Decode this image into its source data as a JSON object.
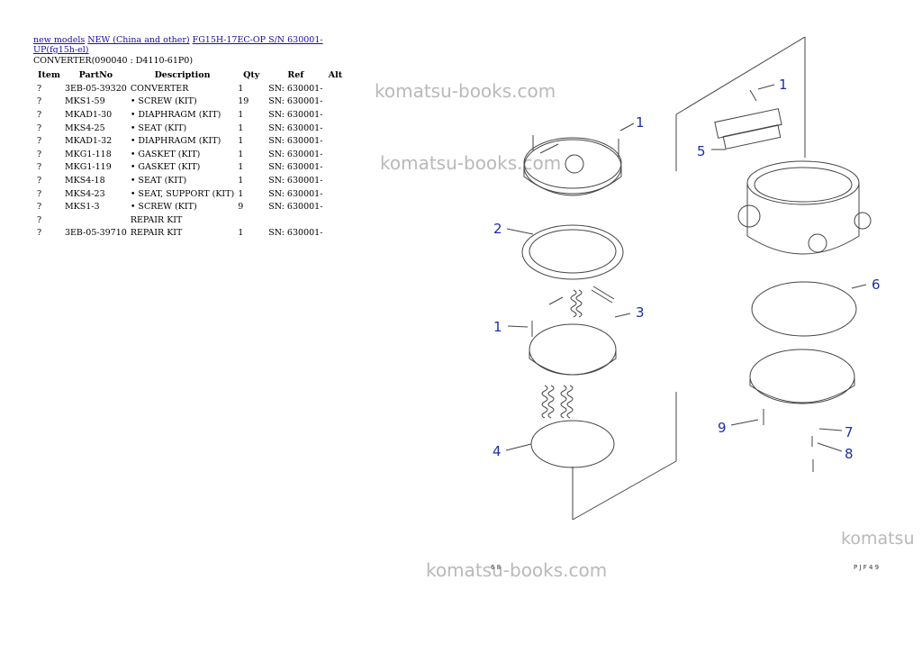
{
  "breadcrumb": [
    "new models",
    "NEW (China and other)",
    "FG15H-17EC-OP S/N 630001-UP(fg15h-el)"
  ],
  "subtitle": "CONVERTER(090040 : D4110-61P0)",
  "table": {
    "headers": [
      "Item",
      "PartNo",
      "Description",
      "Qty",
      "Ref",
      "Alt"
    ],
    "rows": [
      [
        "?",
        "3EB-05-39320",
        "CONVERTER",
        "1",
        "SN: 630001-",
        ""
      ],
      [
        "?",
        "MKS1-59",
        "• SCREW (KIT)",
        "19",
        "SN: 630001-",
        ""
      ],
      [
        "?",
        "MKAD1-30",
        "• DIAPHRAGM (KIT)",
        "1",
        "SN: 630001-",
        ""
      ],
      [
        "?",
        "MKS4-25",
        "• SEAT (KIT)",
        "1",
        "SN: 630001-",
        ""
      ],
      [
        "?",
        "MKAD1-32",
        "• DIAPHRAGM (KIT)",
        "1",
        "SN: 630001-",
        ""
      ],
      [
        "?",
        "MKG1-118",
        "• GASKET (KIT)",
        "1",
        "SN: 630001-",
        ""
      ],
      [
        "?",
        "MKG1-119",
        "• GASKET (KIT)",
        "1",
        "SN: 630001-",
        ""
      ],
      [
        "?",
        "MKS4-18",
        "• SEAT (KIT)",
        "1",
        "SN: 630001-",
        ""
      ],
      [
        "?",
        "MKS4-23",
        "• SEAT, SUPPORT (KIT)",
        "1",
        "SN: 630001-",
        ""
      ],
      [
        "?",
        "MKS1-3",
        "• SCREW (KIT)",
        "9",
        "SN: 630001-",
        ""
      ],
      [
        "?",
        "",
        "REPAIR KIT",
        "",
        "",
        ""
      ],
      [
        "?",
        "3EB-05-39710",
        "REPAIR KIT",
        "1",
        "SN: 630001-",
        ""
      ]
    ]
  },
  "watermarks": [
    "komatsu-books.com",
    "komatsu-books.com",
    "komatsu-books.com",
    "komatsu"
  ],
  "callouts": [
    "1",
    "1",
    "1",
    "2",
    "3",
    "4",
    "5",
    "6",
    "7",
    "8",
    "9"
  ],
  "footer": {
    "left_code": "6 8",
    "right_code": "P J F 4 9"
  },
  "colors": {
    "link": "#1a0dab",
    "callout": "#1d2ea8",
    "watermark": "#b9b9b9"
  }
}
